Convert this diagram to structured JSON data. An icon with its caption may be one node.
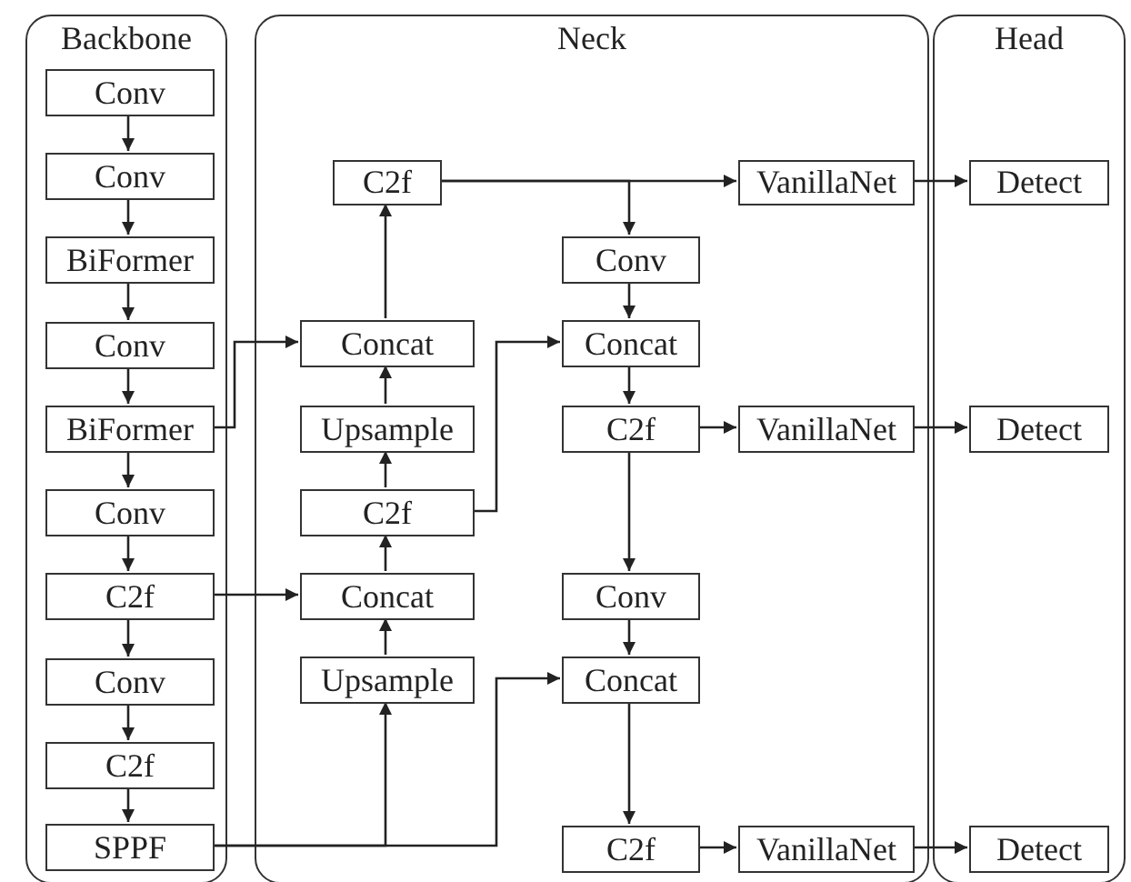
{
  "diagram": {
    "nodes": [
      {
        "text": [
          "Backbone"
        ]
      },
      {
        "text": [
          "Neck"
        ]
      },
      {
        "text": [
          "Head"
        ]
      },
      {
        "text": [
          "Conv"
        ],
        "in": 0
      },
      {
        "text": [
          "Conv"
        ],
        "in": 0
      },
      {
        "text": [
          "BiFormer"
        ],
        "in": 0
      },
      {
        "text": [
          "Conv"
        ],
        "in": 0
      },
      {
        "text": [
          "BiFormer"
        ],
        "in": 0
      },
      {
        "text": [
          "Conv"
        ],
        "in": 0
      },
      {
        "text": [
          "C2f"
        ],
        "in": 0
      },
      {
        "text": [
          "Conv"
        ],
        "in": 0
      },
      {
        "text": [
          "C2f"
        ],
        "in": 0
      },
      {
        "text": [
          "SPPF"
        ],
        "in": 0
      },
      {
        "text": [
          "C2f"
        ],
        "in": 1
      },
      {
        "text": [
          "Concat"
        ],
        "in": 1
      },
      {
        "text": [
          "Upsample"
        ],
        "in": 1
      },
      {
        "text": [
          "C2f"
        ],
        "in": 1
      },
      {
        "text": [
          "Concat"
        ],
        "in": 1
      },
      {
        "text": [
          "Upsample"
        ],
        "in": 1
      },
      {
        "text": [
          "Conv"
        ],
        "in": 1
      },
      {
        "text": [
          "Concat"
        ],
        "in": 1
      },
      {
        "text": [
          "C2f"
        ],
        "in": 1
      },
      {
        "text": [
          "Conv"
        ],
        "in": 1
      },
      {
        "text": [
          "Concat"
        ],
        "in": 1
      },
      {
        "text": [
          "C2f"
        ],
        "in": 1
      },
      {
        "text": [
          "VanillaNet"
        ],
        "in": 1
      },
      {
        "text": [
          "VanillaNet"
        ],
        "in": 1
      },
      {
        "text": [
          "VanillaNet"
        ],
        "in": 1
      },
      {
        "text": [
          "Detect"
        ],
        "in": 2
      },
      {
        "text": [
          "Detect"
        ],
        "in": 2
      },
      {
        "text": [
          "Detect"
        ],
        "in": 2
      }
    ],
    "edges": [
      {
        "from": 3,
        "to": 4,
        "arrow": "to"
      },
      {
        "from": 4,
        "to": 5,
        "arrow": "to"
      },
      {
        "from": 5,
        "to": 6,
        "arrow": "to"
      },
      {
        "from": 6,
        "to": 7,
        "arrow": "to"
      },
      {
        "from": 7,
        "to": 8,
        "arrow": "to"
      },
      {
        "from": 8,
        "to": 9,
        "arrow": "to"
      },
      {
        "from": 9,
        "to": 10,
        "arrow": "to"
      },
      {
        "from": 10,
        "to": 11,
        "arrow": "to"
      },
      {
        "from": 11,
        "to": 12,
        "arrow": "to"
      },
      {
        "from": 7,
        "to": 14,
        "arrow": "to"
      },
      {
        "from": 9,
        "to": 17,
        "arrow": "to"
      },
      {
        "from": 12,
        "to": 18,
        "arrow": "to"
      },
      {
        "from": 12,
        "to": 23,
        "arrow": "to"
      },
      {
        "from": 18,
        "to": 17,
        "arrow": "to"
      },
      {
        "from": 17,
        "to": 16,
        "arrow": "to"
      },
      {
        "from": 16,
        "to": 15,
        "arrow": "to"
      },
      {
        "from": 15,
        "to": 14,
        "arrow": "to"
      },
      {
        "from": 14,
        "to": 13,
        "arrow": "to"
      },
      {
        "from": 16,
        "to": 20,
        "arrow": "to"
      },
      {
        "from": 13,
        "to": 25,
        "arrow": "to"
      },
      {
        "from": 13,
        "to": 19,
        "arrow": "to"
      },
      {
        "from": 19,
        "to": 20,
        "arrow": "to"
      },
      {
        "from": 20,
        "to": 21,
        "arrow": "to"
      },
      {
        "from": 21,
        "to": 26,
        "arrow": "to"
      },
      {
        "from": 21,
        "to": 22,
        "arrow": "to"
      },
      {
        "from": 22,
        "to": 23,
        "arrow": "to"
      },
      {
        "from": 23,
        "to": 24,
        "arrow": "to"
      },
      {
        "from": 24,
        "to": 27,
        "arrow": "to"
      },
      {
        "from": 25,
        "to": 28,
        "arrow": "to"
      },
      {
        "from": 26,
        "to": 29,
        "arrow": "to"
      },
      {
        "from": 27,
        "to": 30,
        "arrow": "to"
      }
    ]
  }
}
